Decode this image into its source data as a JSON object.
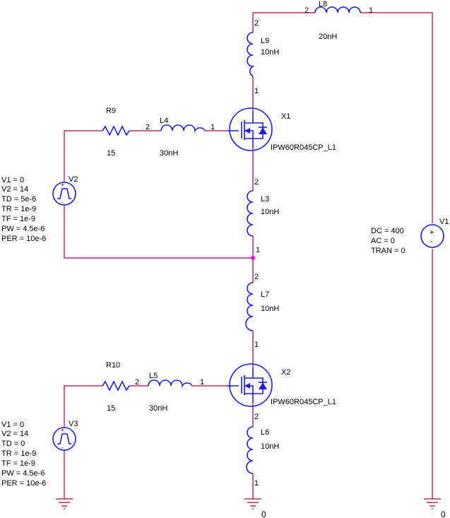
{
  "colors": {
    "wire": "#b0003a",
    "component": "#1a1aff",
    "junction": "#ff00ff",
    "text": "#000000"
  },
  "components": {
    "L8": {
      "ref": "L8",
      "value": "20nH",
      "pin_left": "2",
      "pin_right": "1"
    },
    "L9": {
      "ref": "L9",
      "value": "10nH",
      "pin_top": "2",
      "pin_bottom": "1"
    },
    "X1": {
      "ref": "X1",
      "part": "IPW60R045CP_L1"
    },
    "R9": {
      "ref": "R9",
      "value": "15"
    },
    "L4": {
      "ref": "L4",
      "value": "30nH",
      "pin_left": "2",
      "pin_right": "1"
    },
    "V2": {
      "ref": "V2",
      "params": [
        "V1 = 0",
        "V2 = 14",
        "TD = 5e-6",
        "TR = 1e-9",
        "TF = 1e-9",
        "PW = 4.5e-6",
        "PER = 10e-6"
      ]
    },
    "L3": {
      "ref": "L3",
      "value": "10nH",
      "pin_top": "2",
      "pin_bottom": "1"
    },
    "V1": {
      "ref": "V1",
      "params": [
        "DC = 400",
        "AC = 0",
        "TRAN = 0"
      ]
    },
    "L7": {
      "ref": "L7",
      "value": "10nH",
      "pin_top": "2",
      "pin_bottom": "1"
    },
    "R10": {
      "ref": "R10",
      "value": "15"
    },
    "L5": {
      "ref": "L5",
      "value": "30nH",
      "pin_left": "2",
      "pin_right": "1"
    },
    "X2": {
      "ref": "X2",
      "part": "IPW60R045CP_L1"
    },
    "V3": {
      "ref": "V3",
      "params": [
        "V1 = 0",
        "V2 = 14",
        "TD = 0",
        "TR = 1e-9",
        "TF = 1e-9",
        "PW = 4.5e-6",
        "PER = 10e-6"
      ]
    },
    "L6": {
      "ref": "L6",
      "value": "10nH",
      "pin_top": "2",
      "pin_bottom": "1"
    }
  },
  "ground_label": "0"
}
